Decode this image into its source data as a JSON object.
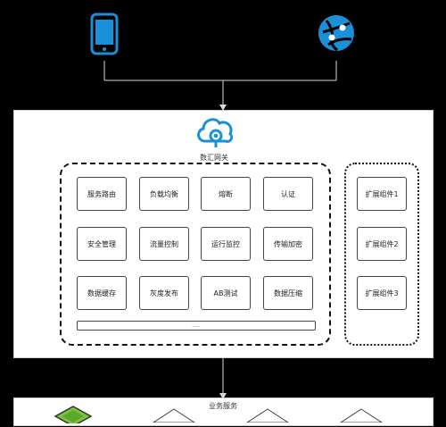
{
  "gateway": {
    "title": "数汇网关",
    "core_modules": [
      "服务路由",
      "负载均衡",
      "熔断",
      "认证",
      "安全管理",
      "流量控制",
      "运行监控",
      "传输加密",
      "数据缓存",
      "灰度发布",
      "AB测试",
      "数据压缩"
    ],
    "more_indicator": "......",
    "extensions": [
      "扩展组件1",
      "扩展组件2",
      "扩展组件3"
    ]
  },
  "business": {
    "title": "业务服务"
  },
  "icons": {
    "client_left": "mobile-phone-icon",
    "client_right": "web-globe-icon",
    "gateway": "cloud-gateway-icon",
    "service": "service-cube-icon"
  },
  "colors": {
    "accent": "#1a90d8",
    "background": "#000000",
    "panel": "#ffffff"
  }
}
